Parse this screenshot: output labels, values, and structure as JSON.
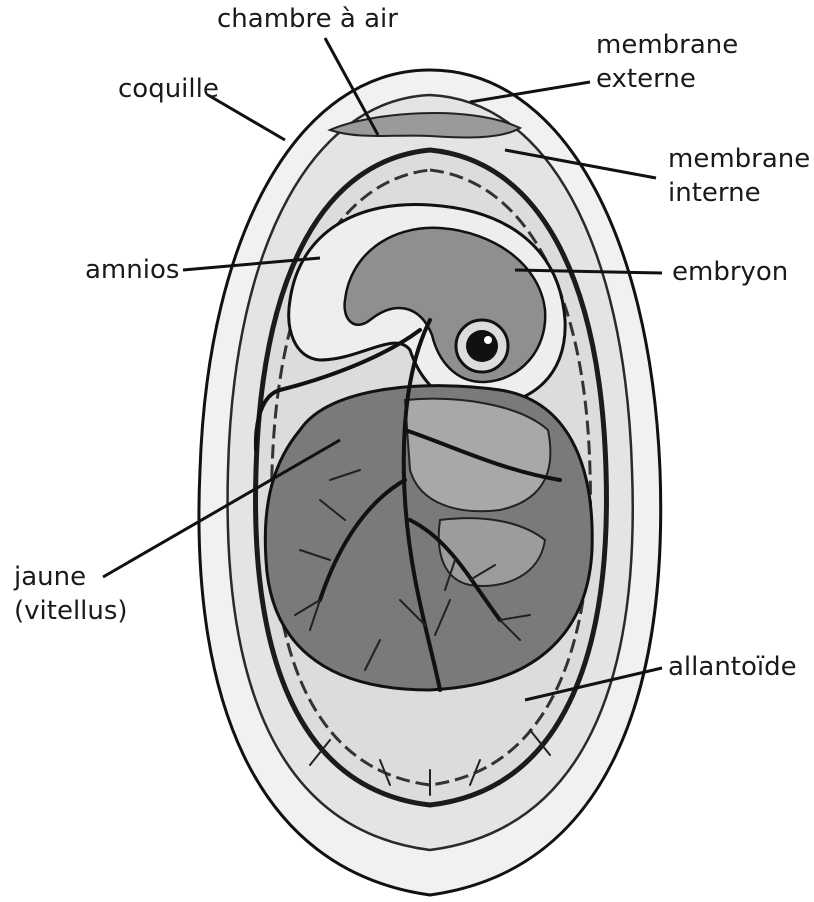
{
  "diagram": {
    "labels": {
      "chambre_a_air": "chambre à air",
      "membrane_externe": [
        "membrane",
        "externe"
      ],
      "coquille": "coquille",
      "membrane_interne": [
        "membrane",
        "interne"
      ],
      "amnios": "amnios",
      "embryon": "embryon",
      "jaune": [
        "jaune",
        "(vitellus)"
      ],
      "allantoide": "allantoïde"
    }
  }
}
